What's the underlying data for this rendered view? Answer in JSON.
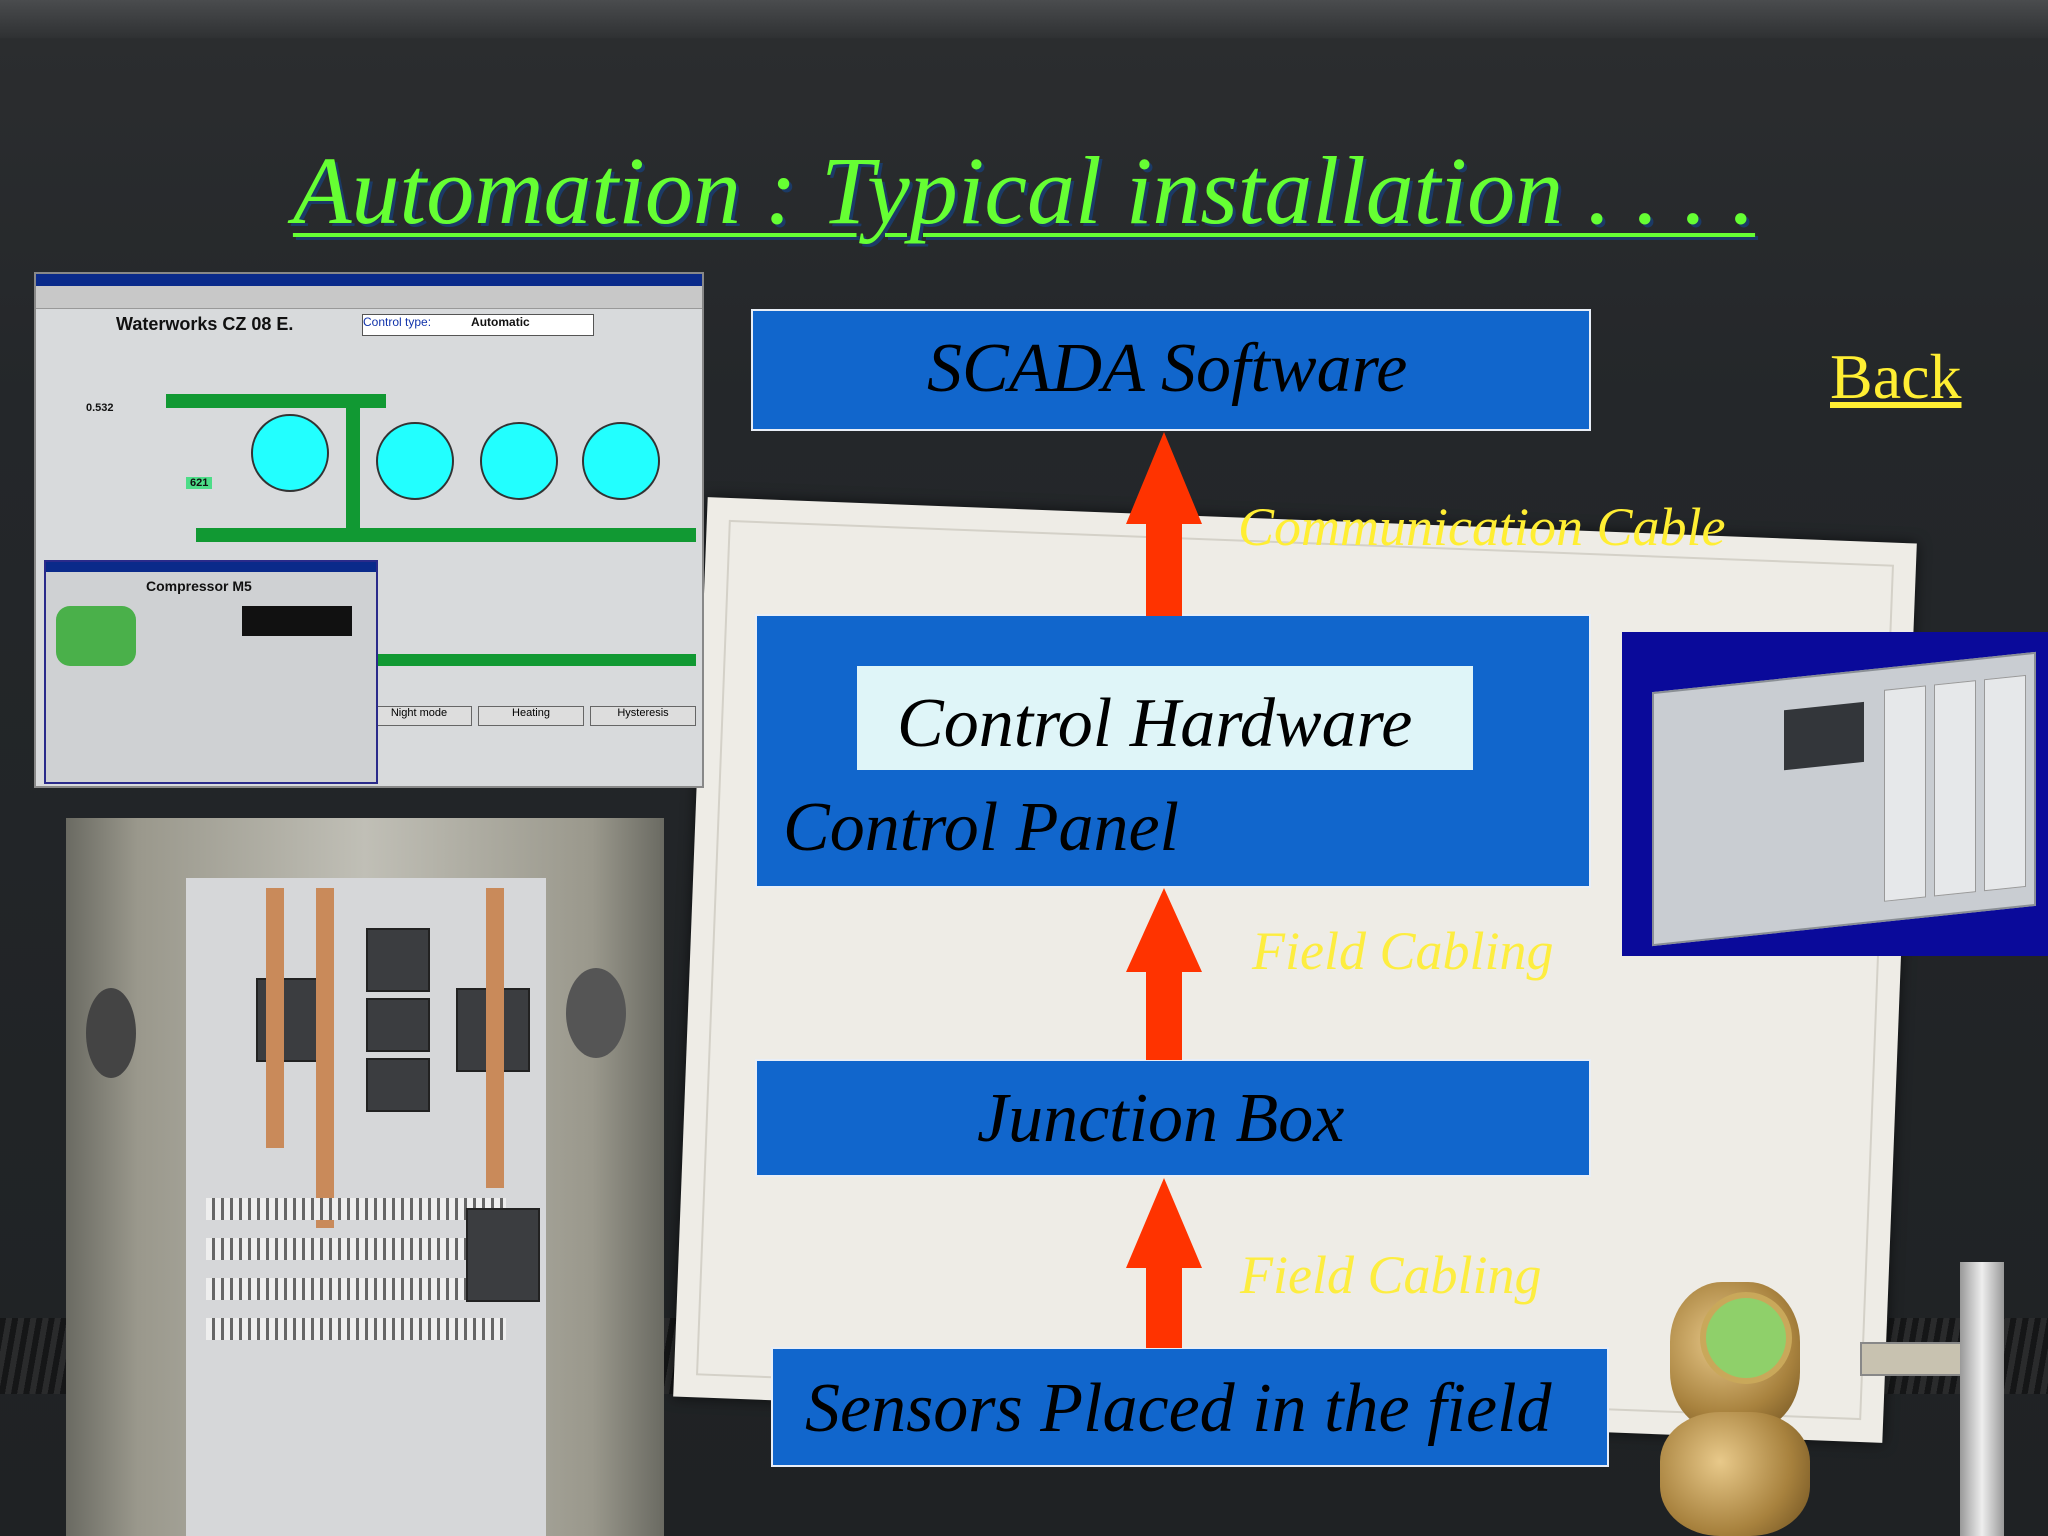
{
  "title": "Automation : Typical installation  . . . .",
  "nav": {
    "back_label": "Back"
  },
  "boxes": {
    "scada": "SCADA Software",
    "control_hardware": "Control Hardware",
    "control_panel": "Control Panel",
    "junction_box": "Junction Box",
    "sensors": "Sensors Placed in the field"
  },
  "connections": {
    "communication_cable": "Communication Cable",
    "field_cabling_1": "Field Cabling",
    "field_cabling_2": "Field Cabling"
  },
  "scada_screenshot": {
    "window_title": "Waterworks CZ 08 E.",
    "control_type_label": "Control type:",
    "control_type_value": "Automatic",
    "compressor_title": "Compressor M5",
    "buttons": [
      "Night mode",
      "Heating",
      "Hysteresis"
    ],
    "gauge_value": "0.532",
    "pressure_value": "621"
  },
  "colors": {
    "title": "#66ff33",
    "box_fill": "#1166cc",
    "label_yellow": "#ffee33",
    "arrow": "#ff3300"
  },
  "icons": [
    "up-arrow",
    "up-arrow",
    "up-arrow"
  ]
}
